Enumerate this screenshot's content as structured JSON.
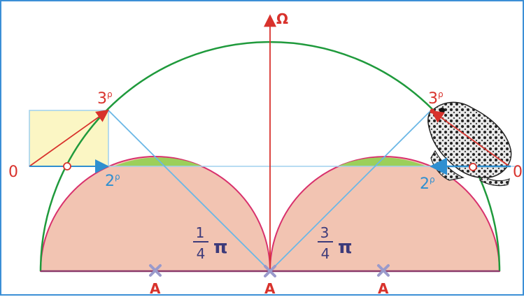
{
  "labels": {
    "zero_left": "0",
    "zero_right": "0",
    "three_left": "3",
    "three_left_sup": "ρ",
    "three_right": "3",
    "three_right_sup": "ρ",
    "two_left": "2",
    "two_left_sup": "ρ",
    "two_right": "2",
    "two_right_sup": "ρ",
    "axis_top": "Ω",
    "base_left": "A",
    "base_center": "A",
    "base_right": "A",
    "frac_left_num": "1",
    "frac_left_den": "4",
    "frac_right_num": "3",
    "frac_right_den": "4",
    "pi_symbol": "π"
  },
  "colors": {
    "frame": "#3b8fd6",
    "big_arc": "#1f9a3c",
    "small_fill": "#f2c4b2",
    "small_stroke": "#d8306c",
    "cap_fill": "#9ccf5a",
    "axis": "#d8322c",
    "blue_line": "#6ab7e6",
    "arrow_blue": "#2f8fd0",
    "square_fill": "#fbf6c4",
    "marker": "#9a9acb",
    "base_line": "#8a3a6a"
  },
  "icons": {
    "frog": "frog-illustration"
  }
}
